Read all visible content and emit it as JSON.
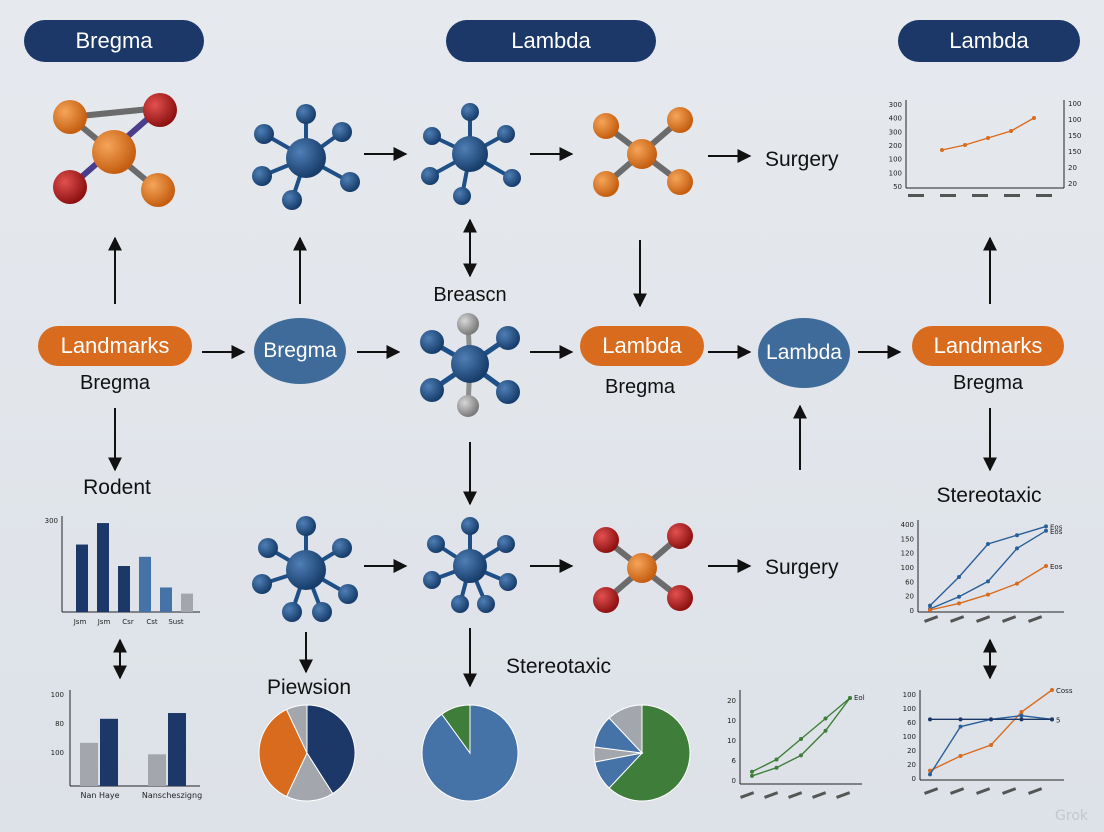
{
  "pills": {
    "bregma_top": "Bregma",
    "lambda_top_center": "Lambda",
    "lambda_top_right": "Lambda",
    "landmarks_left": "Landmarks",
    "bregma_oval": "Bregma",
    "lambda_center": "Lambda",
    "lambda_oval": "Lambda",
    "landmarks_right": "Landmarks"
  },
  "labels": {
    "surgery_top": "Surgery",
    "breascn": "Breascn",
    "bregma_under_landmarks_left": "Bregma",
    "bregma_under_lambda": "Bregma",
    "bregma_under_landmarks_right": "Bregma",
    "rodent": "Rodent",
    "stereotaxic_right": "Stereotaxic",
    "surgery_bottom": "Surgery",
    "stereotaxic_center": "Stereotaxic",
    "piewsion": "Piewsion",
    "watermark": "Grok"
  },
  "colors": {
    "navy": "#1c3868",
    "orange": "#d96b1e",
    "blue_oval": "#3e6b9a",
    "molecule_blue": "#1f4f87",
    "molecule_orange": "#e07a22",
    "molecule_red": "#b81f1f",
    "molecule_gray": "#8e8e8e",
    "chart_green": "#3f7e3a",
    "chart_gray": "#a3a7ad"
  },
  "chart_data": [
    {
      "type": "line",
      "yticks": [
        "300",
        "400",
        "300",
        "200",
        "100",
        "100",
        "50"
      ],
      "yticks_right": [
        "100",
        "100",
        "150",
        "150",
        "20",
        "20"
      ],
      "values": [
        100,
        150,
        220,
        290,
        420
      ],
      "color": "#d96b1e"
    },
    {
      "type": "bar",
      "yticks": [
        "300"
      ],
      "categories": [
        "Jsm",
        "Jsm",
        "Csr",
        "Cst",
        "Sust"
      ],
      "values": [
        220,
        290,
        150,
        180,
        80,
        60
      ]
    },
    {
      "type": "line",
      "yticks": [
        "400",
        "150",
        "120",
        "100",
        "60",
        "20",
        "0"
      ],
      "series": [
        {
          "name": "Eos",
          "values": [
            20,
            150,
            300,
            340,
            380
          ],
          "color": "#2b5f99"
        },
        {
          "name": "Eos",
          "values": [
            5,
            60,
            130,
            280,
            360
          ],
          "color": "#2b5f99"
        },
        {
          "name": "Eos",
          "values": [
            0,
            30,
            70,
            120,
            200
          ],
          "color": "#d96b1e"
        }
      ]
    },
    {
      "type": "bar",
      "yticks": [
        "100",
        "80",
        "100"
      ],
      "categories": [
        "Nan Haye",
        "Nanscheszigng"
      ],
      "series": [
        {
          "values": [
            45,
            33
          ],
          "color": "#a3a7ad"
        },
        {
          "values": [
            70,
            76
          ],
          "color": "#1c3868"
        }
      ]
    },
    {
      "type": "pie",
      "slices": [
        {
          "value": 41,
          "color": "#1c3868"
        },
        {
          "value": 16,
          "color": "#a3a7ad"
        },
        {
          "value": 36,
          "color": "#d96b1e"
        },
        {
          "value": 7,
          "color": "#a3a7ad"
        }
      ]
    },
    {
      "type": "pie",
      "slices": [
        {
          "value": 90,
          "color": "#4572a7"
        },
        {
          "value": 10,
          "color": "#3f7e3a"
        }
      ]
    },
    {
      "type": "pie",
      "slices": [
        {
          "value": 62,
          "color": "#3f7e3a"
        },
        {
          "value": 10,
          "color": "#4572a7"
        },
        {
          "value": 5,
          "color": "#a3a7ad"
        },
        {
          "value": 11,
          "color": "#4572a7"
        },
        {
          "value": 12,
          "color": "#a3a7ad"
        }
      ]
    },
    {
      "type": "line",
      "yticks": [
        "20",
        "10",
        "10",
        "6",
        "0"
      ],
      "series": [
        {
          "name": "Eol",
          "values": [
            2,
            5,
            10,
            15,
            20
          ],
          "color": "#3f7e3a"
        },
        {
          "values": [
            1,
            3,
            6,
            12,
            20
          ],
          "color": "#3f7e3a"
        }
      ]
    },
    {
      "type": "line",
      "yticks": [
        "100",
        "100",
        "60",
        "100",
        "20",
        "20",
        "0"
      ],
      "series": [
        {
          "name": "Coss",
          "values": [
            10,
            30,
            45,
            90,
            120
          ],
          "color": "#d96b1e"
        },
        {
          "values": [
            5,
            70,
            80,
            85,
            80
          ],
          "color": "#2b5f99"
        },
        {
          "name": "5",
          "values": [
            80,
            80,
            80,
            80,
            80
          ],
          "color": "#1c3868"
        }
      ]
    }
  ]
}
